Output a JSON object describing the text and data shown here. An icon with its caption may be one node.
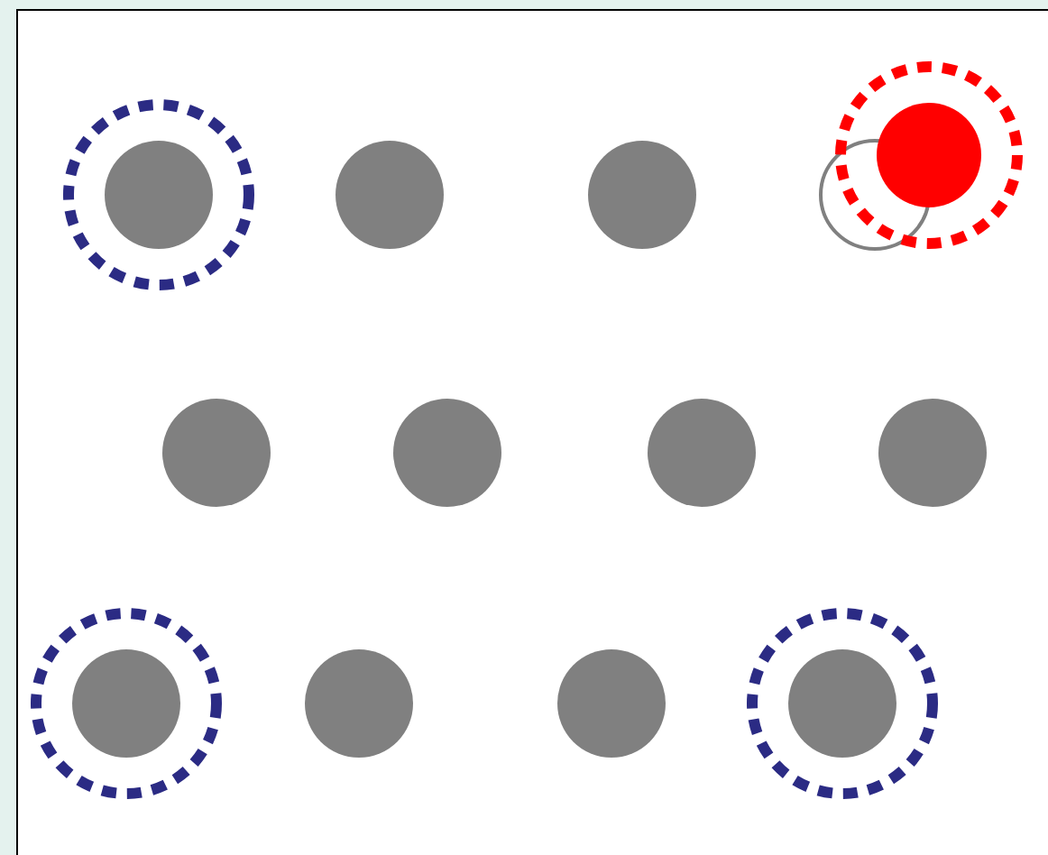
{
  "diagram": {
    "nodes": [
      {
        "text": [],
        "shape": "circle"
      },
      {
        "text": [],
        "shape": "circle",
        "in": 0
      },
      {
        "text": [],
        "shape": "circle"
      },
      {
        "text": [],
        "shape": "circle"
      },
      {
        "text": [],
        "shape": "circle"
      },
      {
        "text": [],
        "shape": "circle"
      },
      {
        "text": [],
        "shape": "circle",
        "in": 5
      },
      {
        "text": [],
        "shape": "circle"
      },
      {
        "text": [],
        "shape": "circle"
      },
      {
        "text": [],
        "shape": "circle"
      },
      {
        "text": [],
        "shape": "circle"
      },
      {
        "text": [],
        "shape": "circle"
      },
      {
        "text": [],
        "shape": "circle",
        "in": 11
      },
      {
        "text": [],
        "shape": "circle"
      },
      {
        "text": [],
        "shape": "circle"
      },
      {
        "text": [],
        "shape": "circle"
      },
      {
        "text": [],
        "shape": "circle",
        "in": 15
      }
    ]
  }
}
